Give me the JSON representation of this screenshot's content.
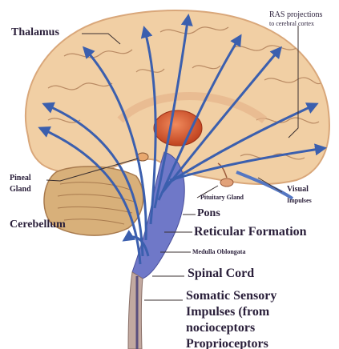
{
  "labels": {
    "thalamus": "Thalamus",
    "ras_line1": "RAS projections",
    "ras_line2": "to cerebral cortex",
    "pineal_line1": "Pineal",
    "pineal_line2": "Gland",
    "cerebellum": "Cerebellum",
    "pituitary": "Pituitary Gland",
    "visual_line1": "Visual",
    "visual_line2": "Impulses",
    "pons": "Pons",
    "reticular": "Reticular Formation",
    "medulla": "Medulla Oblongata",
    "spinal": "Spinal Cord",
    "somatic_line1": "Somatic Sensory",
    "somatic_line2": "Impulses (from",
    "somatic_line3": "nocioceptors",
    "somatic_line4": "Proprioceptors"
  },
  "colors": {
    "brain": "#f1cfa4",
    "brain_shadow": "#d9a77a",
    "gyri": "#b98a63",
    "arrows": "#3b5fae",
    "brainstem": "#6f78c8",
    "thalamus": "#d8542c",
    "cerebellum": "#d8b07a",
    "spinal_cord": "#c2a9a0",
    "leader": "#3a2f2f"
  }
}
